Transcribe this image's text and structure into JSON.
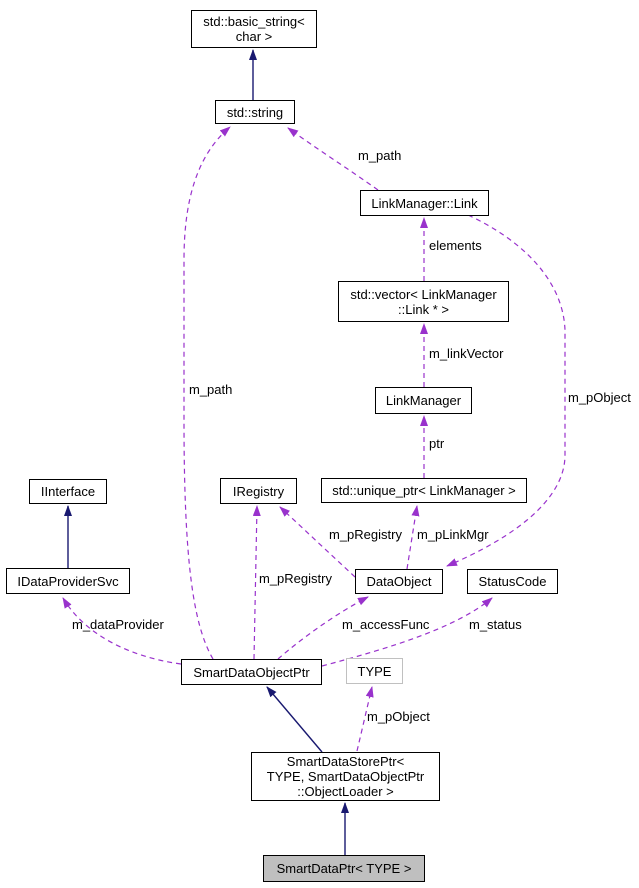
{
  "nodes": {
    "basic_string": {
      "label": "std::basic_string<\nchar >"
    },
    "string": {
      "label": "std::string"
    },
    "link": {
      "label": "LinkManager::Link"
    },
    "vector": {
      "label": "std::vector< LinkManager\n::Link * >"
    },
    "linkmanager": {
      "label": "LinkManager"
    },
    "unique_ptr": {
      "label": "std::unique_ptr< LinkManager >"
    },
    "iinterface": {
      "label": "IInterface"
    },
    "iregistry": {
      "label": "IRegistry"
    },
    "idataprovidersvc": {
      "label": "IDataProviderSvc"
    },
    "dataobject": {
      "label": "DataObject"
    },
    "statuscode": {
      "label": "StatusCode"
    },
    "smartdataobjectptr": {
      "label": "SmartDataObjectPtr"
    },
    "type": {
      "label": "TYPE"
    },
    "smartdatastoreptr": {
      "label": "SmartDataStorePtr<\nTYPE, SmartDataObjectPtr\n::ObjectLoader >"
    },
    "smartdataptr": {
      "label": "SmartDataPtr< TYPE >"
    }
  },
  "edge_labels": {
    "m_path_link": "m_path",
    "m_path_smart": "m_path",
    "elements": "elements",
    "m_linkVector": "m_linkVector",
    "m_pObject_link": "m_pObject",
    "ptr": "ptr",
    "m_pRegistry_dataobject": "m_pRegistry",
    "m_pLinkMgr": "m_pLinkMgr",
    "m_pRegistry_smart": "m_pRegistry",
    "m_dataProvider": "m_dataProvider",
    "m_accessFunc": "m_accessFunc",
    "m_status": "m_status",
    "m_pObject_store": "m_pObject"
  },
  "colors": {
    "edge_inheritance": "#191970",
    "edge_usage": "#9932CC",
    "node_border": "#000000",
    "node_fill": "#FFFFFF",
    "node_fill_selected": "#BFBFBF",
    "template_border": "#C0C0C0"
  }
}
